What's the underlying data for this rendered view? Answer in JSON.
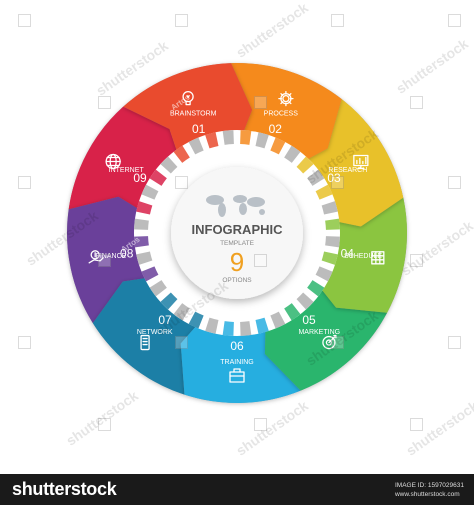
{
  "center": {
    "title": "INFOGRAPHIC",
    "subtitle": "TEMPLATE",
    "number": "9",
    "caption": "OPTIONS"
  },
  "steps": [
    {
      "label": "BRAINSTORM",
      "number": "01",
      "color": "#e94b2f",
      "icon": "lightbulb-icon"
    },
    {
      "label": "PROCESS",
      "number": "02",
      "color": "#f58a1f",
      "icon": "gear-icon"
    },
    {
      "label": "RESEARCH",
      "number": "03",
      "color": "#e8c12a",
      "icon": "monitor-chart-icon"
    },
    {
      "label": "SCHEDULE",
      "number": "04",
      "color": "#8bc53f",
      "icon": "calendar-icon"
    },
    {
      "label": "MARKETING",
      "number": "05",
      "color": "#2cb56d",
      "icon": "target-icon"
    },
    {
      "label": "TRAINING",
      "number": "06",
      "color": "#28aee0",
      "icon": "briefcase-icon"
    },
    {
      "label": "NETWORK",
      "number": "07",
      "color": "#1b7fa6",
      "icon": "phone-icon"
    },
    {
      "label": "FINANCE",
      "number": "08",
      "color": "#6a3f9a",
      "icon": "money-hand-icon"
    },
    {
      "label": "INTERNET",
      "number": "09",
      "color": "#d8224a",
      "icon": "globe-icon"
    }
  ],
  "watermarks": [
    "shutterstock",
    "Artos"
  ],
  "footer": {
    "brand": "shutterstock",
    "image_id": "IMAGE ID: 1597029631",
    "site": "www.shutterstock.com"
  }
}
